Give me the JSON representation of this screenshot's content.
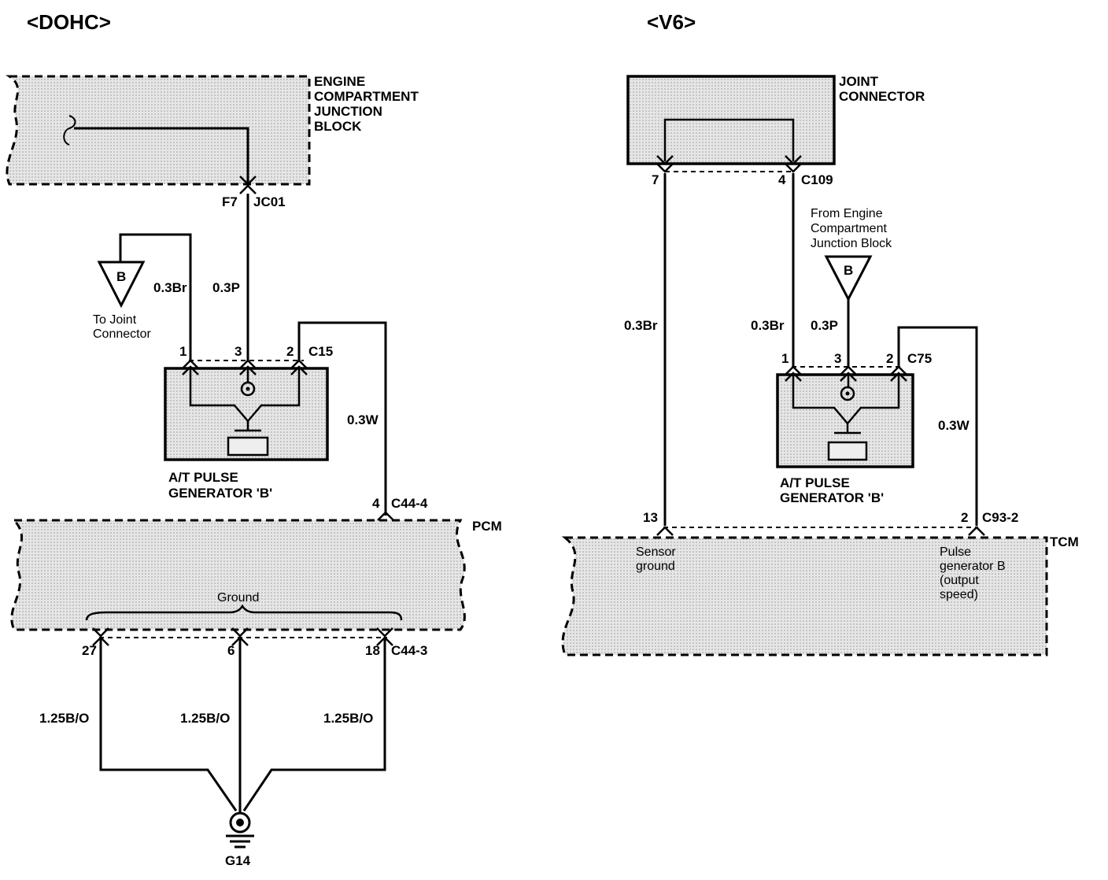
{
  "dohc": {
    "title": "<DOHC>",
    "ecjb_label": [
      "ENGINE",
      "COMPARTMENT",
      "JUNCTION",
      "BLOCK"
    ],
    "pin_f7": "F7",
    "conn_jc01": "JC01",
    "wire_br": "0.3Br",
    "wire_p": "0.3P",
    "wire_w": "0.3W",
    "conn_b_letter": "B",
    "to_joint_connector": [
      "To Joint",
      "Connector"
    ],
    "pin_1": "1",
    "pin_3": "3",
    "pin_2": "2",
    "conn_c15": "C15",
    "generator_label": [
      "A/T PULSE",
      "GENERATOR 'B'"
    ],
    "pin_4": "4",
    "conn_c44_4": "C44-4",
    "pcm_label": "PCM",
    "ground_label": "Ground",
    "pin_27": "27",
    "pin_6": "6",
    "pin_18": "18",
    "conn_c44_3": "C44-3",
    "wire_bo": "1.25B/O",
    "ground_g14": "G14"
  },
  "v6": {
    "title": "<V6>",
    "joint_label": [
      "JOINT",
      "CONNECTOR"
    ],
    "pin_7": "7",
    "pin_4": "4",
    "conn_c109": "C109",
    "from_ecjb": [
      "From Engine",
      "Compartment",
      "Junction Block"
    ],
    "conn_b_letter": "B",
    "wire_br": "0.3Br",
    "wire_p": "0.3P",
    "wire_w": "0.3W",
    "pin_1": "1",
    "pin_3": "3",
    "pin_2": "2",
    "conn_c75": "C75",
    "generator_label": [
      "A/T PULSE",
      "GENERATOR 'B'"
    ],
    "pin_13": "13",
    "pin_2b": "2",
    "conn_c93_2": "C93-2",
    "tcm_label": "TCM",
    "sensor_ground": [
      "Sensor",
      "ground"
    ],
    "pulse_gen_b": [
      "Pulse",
      "generator B",
      "(output",
      "speed)"
    ]
  }
}
